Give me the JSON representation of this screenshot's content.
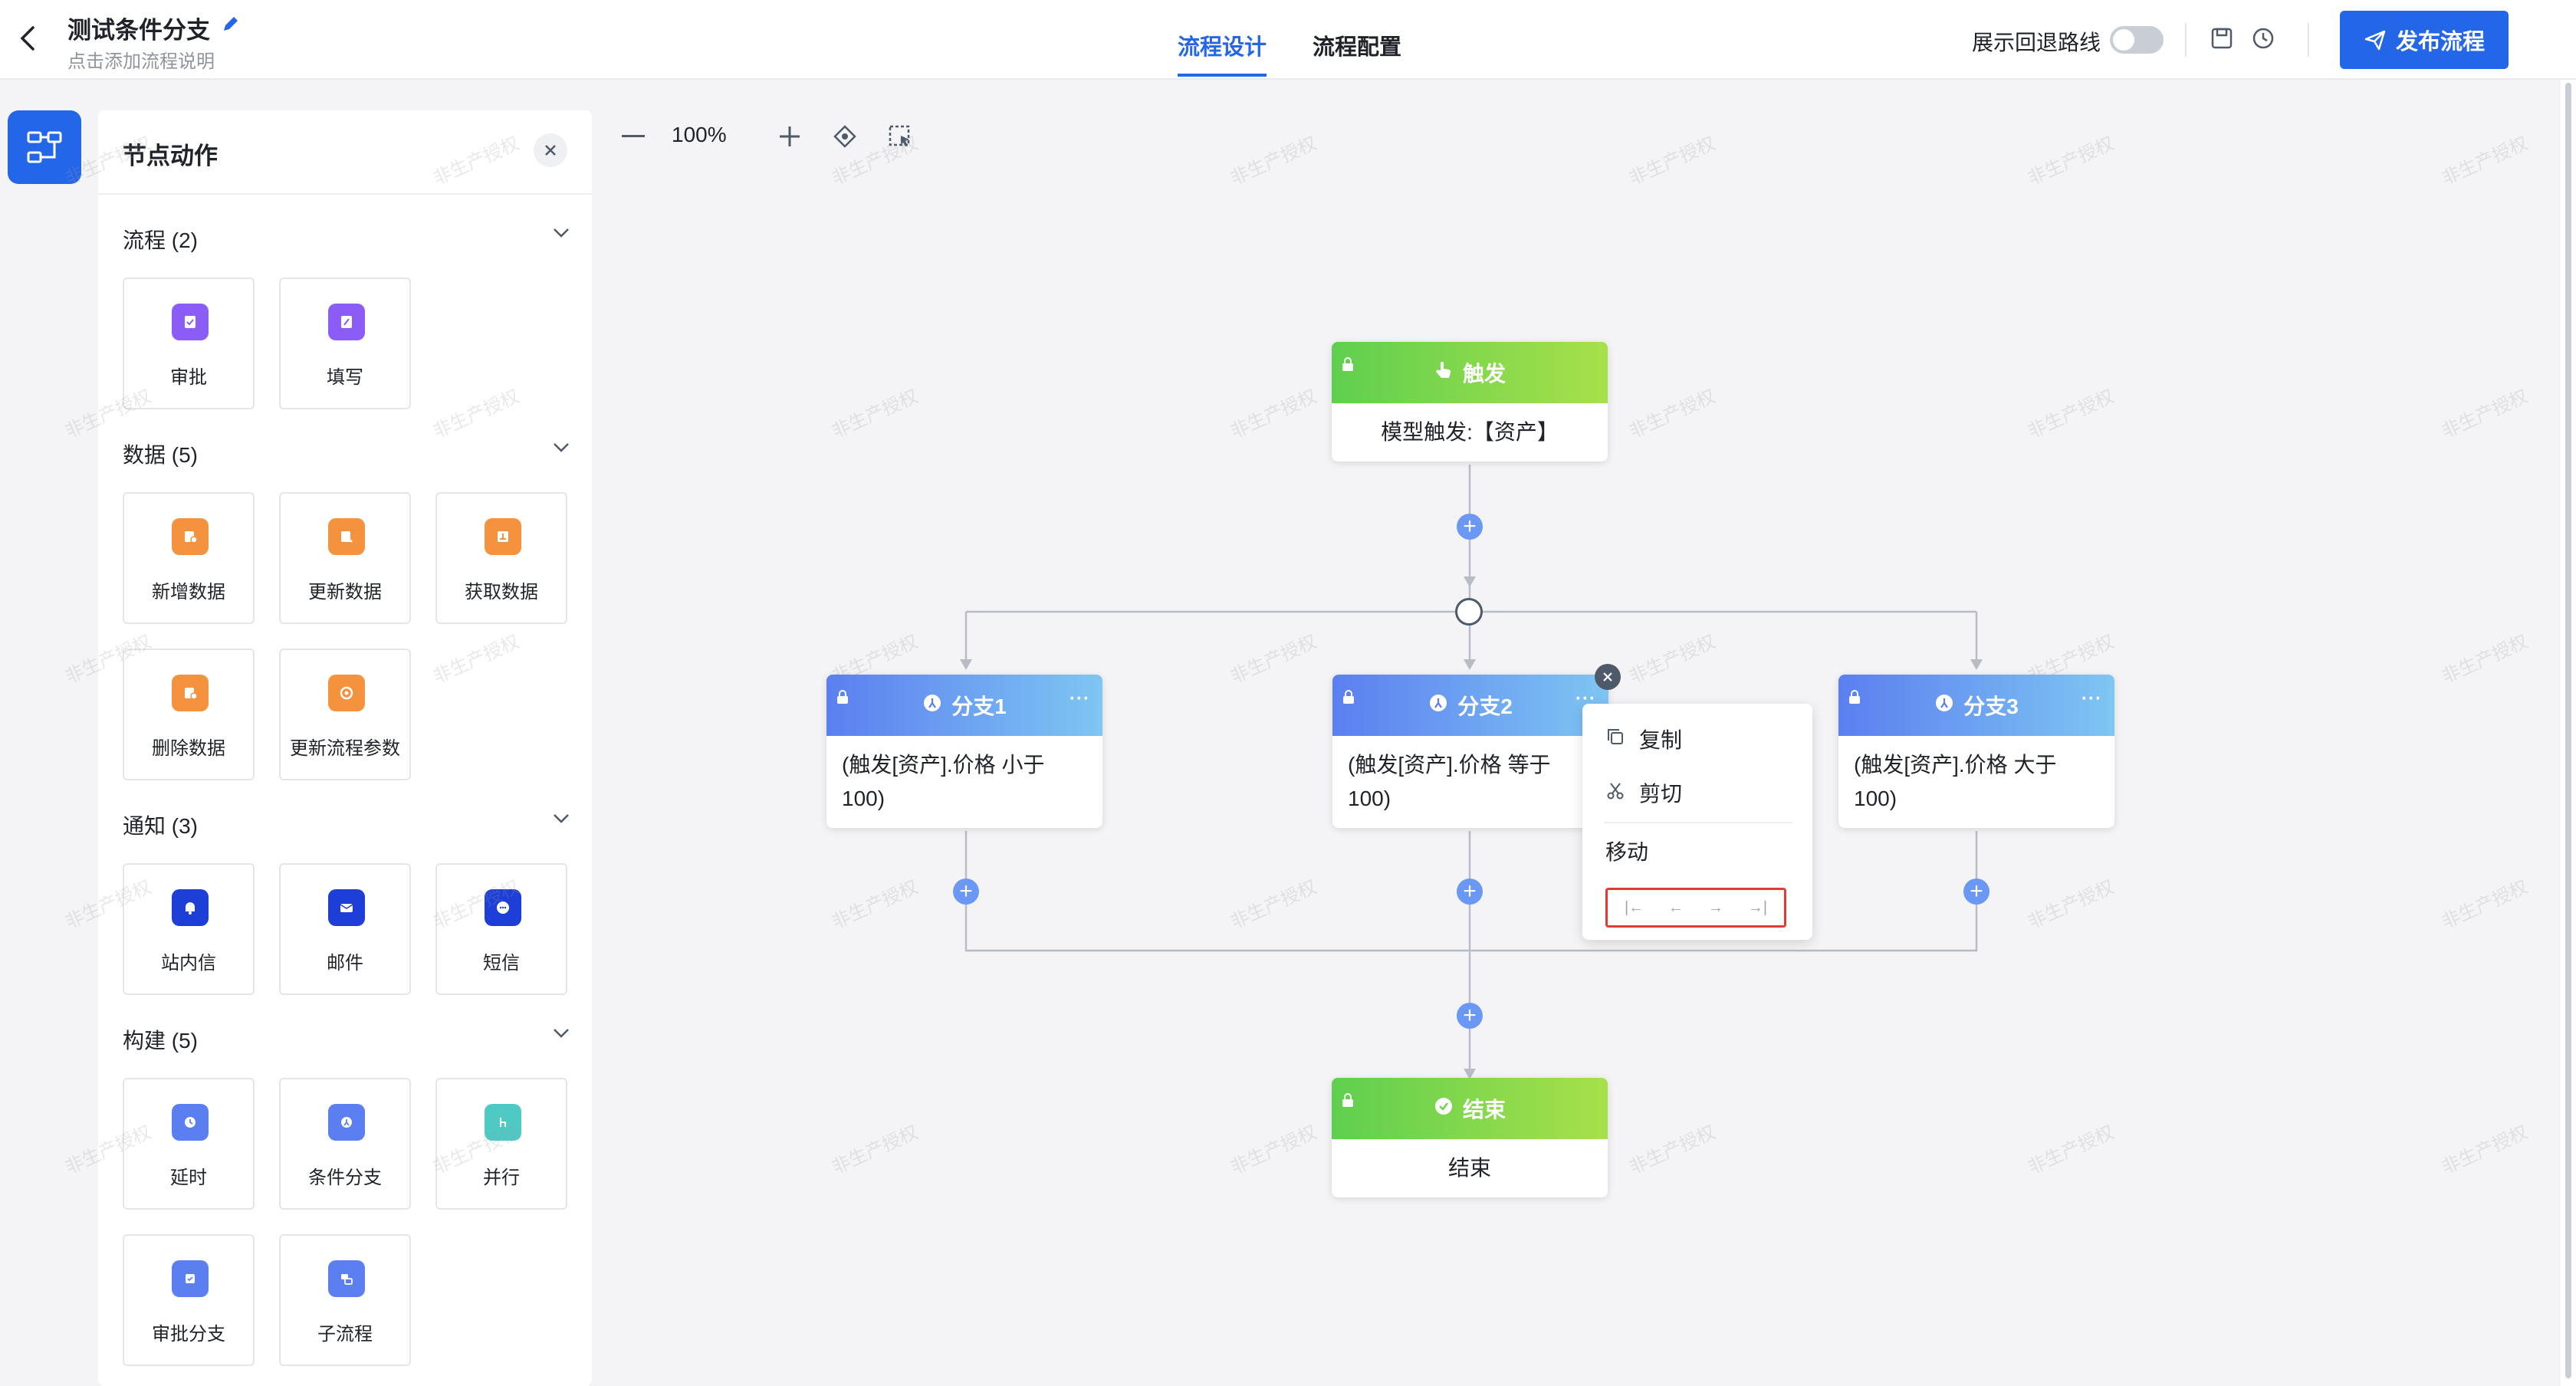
{
  "header": {
    "title": "测试条件分支",
    "description": "点击添加流程说明",
    "tabs": [
      {
        "label": "流程设计"
      },
      {
        "label": "流程配置"
      }
    ],
    "active_tab": "流程设计",
    "rollback_label": "展示回退路线",
    "rollback_enabled": false,
    "publish_label": "发布流程"
  },
  "panel": {
    "title": "节点动作",
    "groups": [
      {
        "name": "流程 (2)",
        "items": [
          {
            "label": "审批",
            "icon": "approve-icon",
            "color": "#8b5cf6"
          },
          {
            "label": "填写",
            "icon": "fill-icon",
            "color": "#8b5cf6"
          }
        ]
      },
      {
        "name": "数据 (5)",
        "items": [
          {
            "label": "新增数据",
            "icon": "add-data-icon",
            "color": "#f5923e"
          },
          {
            "label": "更新数据",
            "icon": "update-data-icon",
            "color": "#f5923e"
          },
          {
            "label": "获取数据",
            "icon": "get-data-icon",
            "color": "#f5923e"
          },
          {
            "label": "删除数据",
            "icon": "delete-data-icon",
            "color": "#f5923e"
          },
          {
            "label": "更新流程参数",
            "icon": "update-params-icon",
            "color": "#f5923e"
          }
        ]
      },
      {
        "name": "通知 (3)",
        "items": [
          {
            "label": "站内信",
            "icon": "bell-icon",
            "color": "#1d3fd8"
          },
          {
            "label": "邮件",
            "icon": "mail-icon",
            "color": "#1d3fd8"
          },
          {
            "label": "短信",
            "icon": "sms-icon",
            "color": "#1d3fd8"
          }
        ]
      },
      {
        "name": "构建 (5)",
        "items": [
          {
            "label": "延时",
            "icon": "clock-icon",
            "color": "#5b7ff0"
          },
          {
            "label": "条件分支",
            "icon": "branch-icon",
            "color": "#5b7ff0"
          },
          {
            "label": "并行",
            "icon": "parallel-icon",
            "color": "#4fc9c4"
          },
          {
            "label": "审批分支",
            "icon": "approval-branch-icon",
            "color": "#5b7ff0"
          },
          {
            "label": "子流程",
            "icon": "subprocess-icon",
            "color": "#5b7ff0"
          }
        ]
      }
    ]
  },
  "canvas": {
    "zoom": "100%",
    "trigger": {
      "title": "触发",
      "body": "模型触发:【资产】"
    },
    "branches": [
      {
        "title": "分支1",
        "body": "(触发[资产].价格 小于 100)"
      },
      {
        "title": "分支2",
        "body": "(触发[资产].价格 等于 100)"
      },
      {
        "title": "分支3",
        "body": "(触发[资产].价格 大于 100)"
      }
    ],
    "end": {
      "title": "结束",
      "body": "结束"
    },
    "watermark": "非生产授权"
  },
  "context_menu": {
    "copy": "复制",
    "cut": "剪切",
    "move": "移动",
    "move_arrows": [
      "|←",
      "←",
      "→",
      "→|"
    ]
  }
}
